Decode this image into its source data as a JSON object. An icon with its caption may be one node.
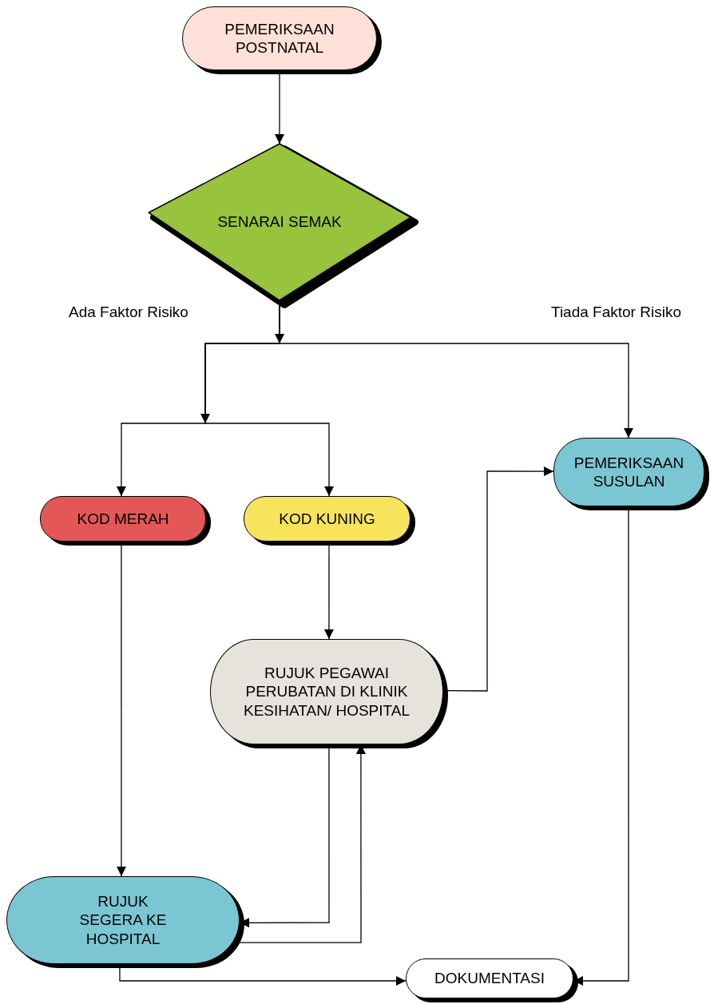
{
  "diagram": {
    "nodes": [
      {
        "text": [
          "PEMERIKSAAN POSTNATAL"
        ]
      },
      {
        "text": [
          "SENARAI SEMAK"
        ]
      },
      {
        "text": [
          "KOD MERAH"
        ]
      },
      {
        "text": [
          "KOD KUNING"
        ]
      },
      {
        "text": [
          "PEMERIKSAAN SUSULAN"
        ]
      },
      {
        "text": [
          "RUJUK PEGAWAI PERUBATAN DI KLINIK KESIHATAN/ HOSPITAL"
        ]
      },
      {
        "text": [
          "RUJUK SEGERA KE HOSPITAL"
        ]
      },
      {
        "text": [
          "DOKUMENTASI"
        ]
      }
    ],
    "edges": [
      {
        "from": 0,
        "to": 1,
        "arrow": "to"
      },
      {
        "from": 1,
        "to": 2,
        "arrow": "to"
      },
      {
        "from": 1,
        "to": 3,
        "arrow": "to"
      },
      {
        "from": 1,
        "to": 4,
        "arrow": "to"
      },
      {
        "from": 2,
        "to": 6,
        "arrow": "to"
      },
      {
        "from": 3,
        "to": 5,
        "arrow": "to"
      },
      {
        "from": 5,
        "to": 4,
        "arrow": "to"
      },
      {
        "from": 5,
        "to": 6,
        "arrow": "to"
      },
      {
        "from": 6,
        "to": 5,
        "arrow": "to"
      },
      {
        "from": 6,
        "to": 7,
        "arrow": "to"
      },
      {
        "from": 4,
        "to": 7,
        "arrow": "to"
      }
    ],
    "labels": [
      "Ada Faktor Risiko",
      "Tiada Faktor Risiko"
    ]
  }
}
